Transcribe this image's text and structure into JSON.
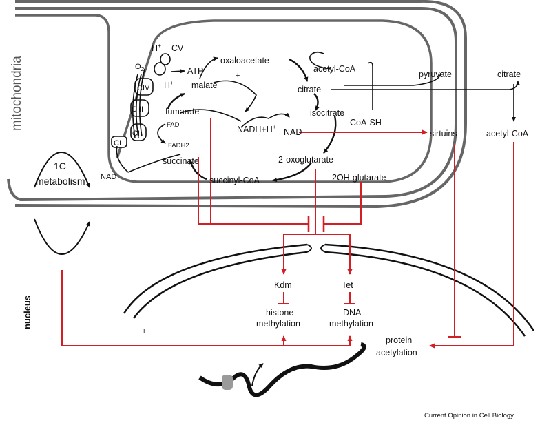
{
  "compartments": {
    "mitochondria": "mitochondria",
    "nucleus": "nucleus"
  },
  "etc": {
    "cv": "CV",
    "civ": "CIV",
    "ciii": "CIII",
    "cii": "CII",
    "ci": "CI",
    "h_plus_top": "H",
    "h_plus_bottom": "H",
    "plus": "+",
    "o2": "O",
    "o2_sub": "2",
    "atp": "ATP",
    "nad": "NAD"
  },
  "tca": {
    "oxaloacetate": "oxaloacetate",
    "acetyl_coa": "acetyl-CoA",
    "citrate": "citrate",
    "isocitrate": "isocitrate",
    "malate": "malate",
    "fumarate": "fumarate",
    "fad": "FAD",
    "fadh2": "FADH2",
    "succinate": "succinate",
    "succinyl_coa": "succinyl-CoA",
    "oxoglutarate": "2-oxoglutarate",
    "oh_glutarate": "2OH-glutarate",
    "nad": "NAD",
    "nadh": "NADH+H",
    "coa_sh": "CoA-SH",
    "plus_sign": "+"
  },
  "cytosol": {
    "pyruvate": "pyruvate",
    "citrate": "citrate",
    "sirtuins": "sirtuins",
    "acetyl_coa": "acetyl-CoA",
    "one_c_line1": "1C",
    "one_c_line2": "metabolism"
  },
  "nuclear": {
    "kdm": "Kdm",
    "tet": "Tet",
    "histone_line1": "histone",
    "histone_line2": "methylation",
    "dna_line1": "DNA",
    "dna_line2": "methylation",
    "protein_line1": "protein",
    "protein_line2": "acetylation",
    "plus": "+"
  },
  "credit": "Current Opinion in Cell Biology",
  "colors": {
    "red": "#d21f26",
    "membrane": "#666666",
    "black": "#111111",
    "gray_blob": "#9a9a9a"
  }
}
